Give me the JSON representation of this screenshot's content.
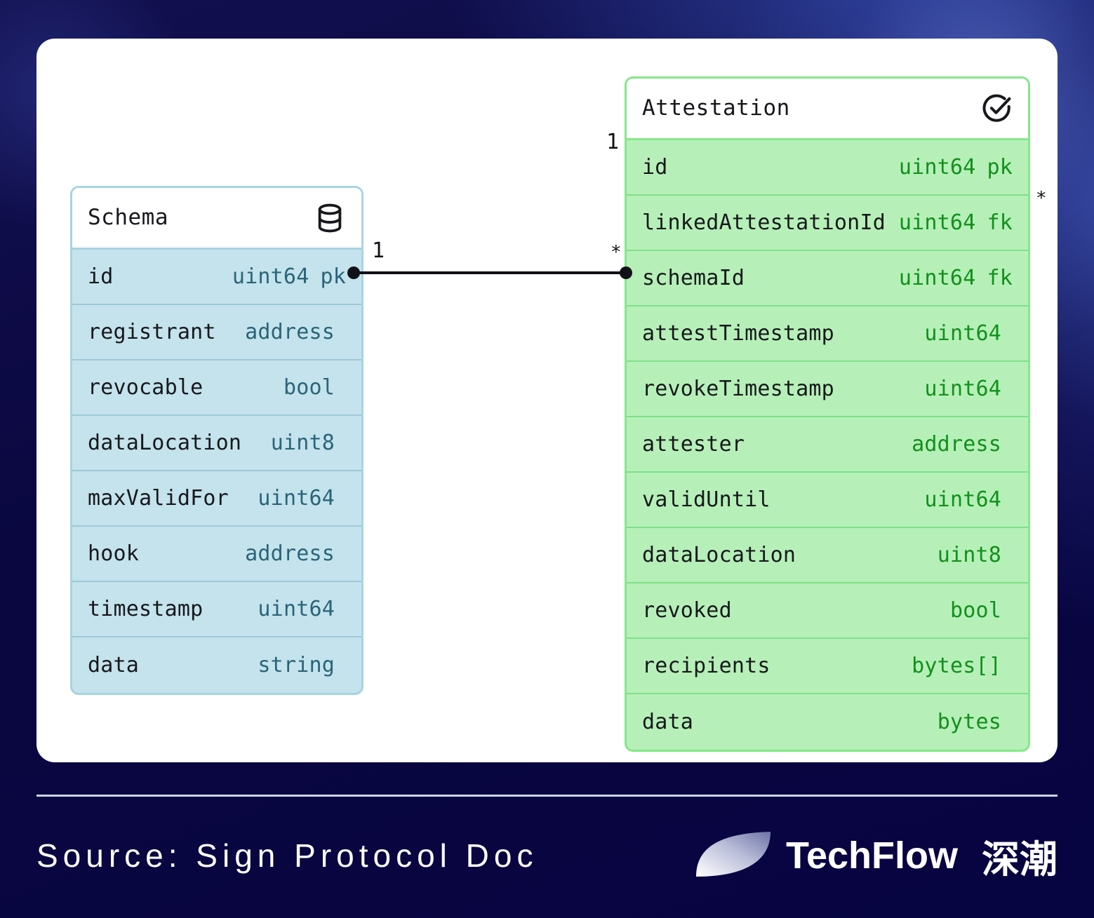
{
  "background": {
    "color": "#070444",
    "accent_glow": "#3a4fa8"
  },
  "diagram": {
    "type": "entity-relationship",
    "card_background": "#ffffff",
    "entities": [
      {
        "name": "Schema",
        "icon": "database-icon",
        "accent": "#a8d4e0",
        "fill": "#c4e3ec",
        "type_color": "#2a6478",
        "fields": [
          {
            "name": "id",
            "type": "uint64",
            "key": "pk"
          },
          {
            "name": "registrant",
            "type": "address",
            "key": ""
          },
          {
            "name": "revocable",
            "type": "bool",
            "key": ""
          },
          {
            "name": "dataLocation",
            "type": "uint8",
            "key": ""
          },
          {
            "name": "maxValidFor",
            "type": "uint64",
            "key": ""
          },
          {
            "name": "hook",
            "type": "address",
            "key": ""
          },
          {
            "name": "timestamp",
            "type": "uint64",
            "key": ""
          },
          {
            "name": "data",
            "type": "string",
            "key": ""
          }
        ]
      },
      {
        "name": "Attestation",
        "icon": "check-circle-icon",
        "accent": "#86e78b",
        "fill": "#b6f0b8",
        "type_color": "#12901c",
        "fields": [
          {
            "name": "id",
            "type": "uint64",
            "key": "pk"
          },
          {
            "name": "linkedAttestationId",
            "type": "uint64",
            "key": "fk"
          },
          {
            "name": "schemaId",
            "type": "uint64",
            "key": "fk"
          },
          {
            "name": "attestTimestamp",
            "type": "uint64",
            "key": ""
          },
          {
            "name": "revokeTimestamp",
            "type": "uint64",
            "key": ""
          },
          {
            "name": "attester",
            "type": "address",
            "key": ""
          },
          {
            "name": "validUntil",
            "type": "uint64",
            "key": ""
          },
          {
            "name": "dataLocation",
            "type": "uint8",
            "key": ""
          },
          {
            "name": "revoked",
            "type": "bool",
            "key": ""
          },
          {
            "name": "recipients",
            "type": "bytes[]",
            "key": ""
          },
          {
            "name": "data",
            "type": "bytes",
            "key": ""
          }
        ]
      }
    ],
    "relationships": [
      {
        "from": "Schema.id",
        "to": "Attestation.schemaId",
        "from_cardinality": "1",
        "to_cardinality": "*"
      },
      {
        "from": "Attestation.id",
        "to": "Attestation.linkedAttestationId",
        "from_cardinality": "1",
        "to_cardinality": "*"
      }
    ],
    "cardinality_labels": {
      "schema_side": "1",
      "attestation_side": "*",
      "attestation_self_one": "1",
      "attestation_self_many": "*"
    }
  },
  "footer": {
    "source": "Source: Sign Protocol Doc",
    "brand": "TechFlow",
    "brand_cn": "深潮"
  }
}
